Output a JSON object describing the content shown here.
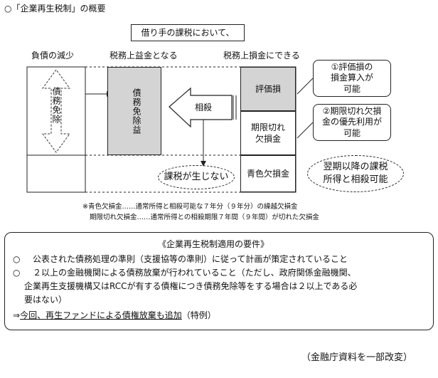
{
  "title": "○「企業再生税制」の概要",
  "header_box": "借り手の課税において、",
  "col_labels": {
    "debt_reduction": "負債の減少",
    "taxable_gain": "税務上益金となる",
    "deductible_loss": "税務上損金にできる"
  },
  "debt_forgiveness_vertical": "債務免除",
  "debt_forgiveness_gain": "債務免除益",
  "offset_label": "相殺",
  "right_cells": {
    "valuation_loss": "評価損",
    "expired_loss_line1": "期限切れ",
    "expired_loss_line2": "欠損金",
    "blue_loss": "青色欠損金"
  },
  "callouts": {
    "c1_line1": "①評価損の",
    "c1_line2": "損金算入が",
    "c1_line3": "可能",
    "c2_line1": "②期限切れ欠損",
    "c2_line2": "金の優先利用が",
    "c2_line3": "可能",
    "no_tax": "課税が生じない",
    "future_line1": "翌期以降の課税",
    "future_line2": "所得と相殺可能"
  },
  "notes": {
    "line1": "※青色欠損金……通常所得と相殺可能な７年分（９年分）の繰越欠損金",
    "line2": "期限切れ欠損金……通常所得との相殺期限７年間（９年間）が切れた欠損金"
  },
  "requirements": {
    "heading": "《企業再生税制適用の要件》",
    "bullet": "○",
    "item1": "公表された債務処理の準則（支援協等の準則）に従って計画が策定されていること",
    "item2_line1": "２以上の金融機関による債務放棄が行われていること（ただし、政府関係金融機関、",
    "item2_line2": "企業再生支援機構又はRCCが有する債権につき債務免除等をする場合は２以上である必",
    "item2_line3": "要はない）",
    "arrow_prefix": "⇒",
    "note_underlined": "今回、再生ファンドによる債権放棄も追加",
    "note_suffix": "（特例）"
  },
  "source": "（金融庁資料を一部改変）"
}
